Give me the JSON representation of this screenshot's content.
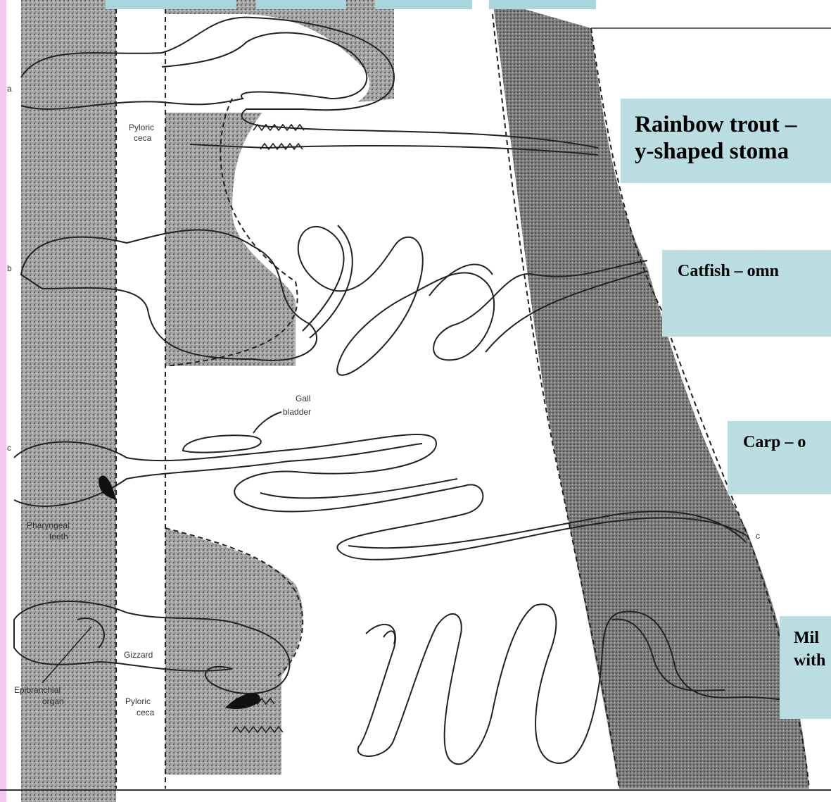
{
  "labels": {
    "trout_line1": "Rainbow trout –",
    "trout_line2": "y-shaped stoma",
    "catfish": "Catfish – omn",
    "carp": "Carp – o",
    "milk_line1": "Mil",
    "milk_line2": "with"
  },
  "anatomy": {
    "pyloric_ceca_1": "Pyloric",
    "pyloric_ceca_2": "ceca",
    "gall_1": "Gall",
    "gall_2": "bladder",
    "pharyngeal_1": "Pharyngeal",
    "pharyngeal_2": "teeth",
    "gizzard": "Gizzard",
    "epibranchial_1": "Epibranchial",
    "epibranchial_2": "organ",
    "pyloric_ceca_b1": "Pyloric",
    "pyloric_ceca_b2": "ceca"
  },
  "side_letters": [
    "a",
    "b",
    "c",
    "c"
  ],
  "colors": {
    "label_bg": "#b9dde1",
    "left_edge": "#f4c8f0",
    "stipple": "#8a8a8a"
  }
}
